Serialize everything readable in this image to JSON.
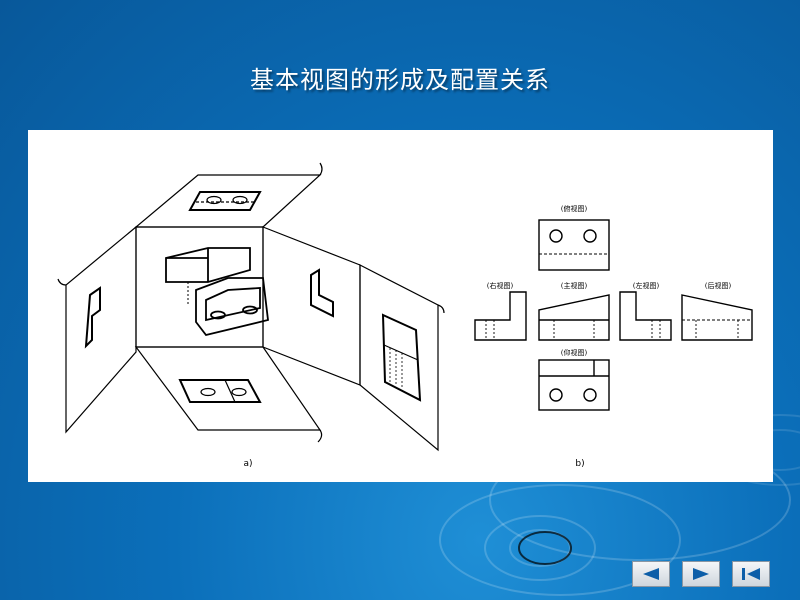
{
  "slide": {
    "title": "基本视图的形成及配置关系"
  },
  "figure": {
    "left_caption": "a)",
    "right_caption": "b)",
    "view_labels": {
      "top": "(俯视图)",
      "right": "(右视图)",
      "front": "(主视图)",
      "left": "(左视图)",
      "back": "(后视图)",
      "bottom": "(仰视图)"
    }
  },
  "navigation": {
    "prev_icon": "triangle-left-icon",
    "next_icon": "triangle-right-icon",
    "first_icon": "skip-to-first-icon"
  },
  "colors": {
    "background": "#0b6fba",
    "panel": "#ffffff",
    "title": "#ffffff",
    "line": "#000000"
  }
}
